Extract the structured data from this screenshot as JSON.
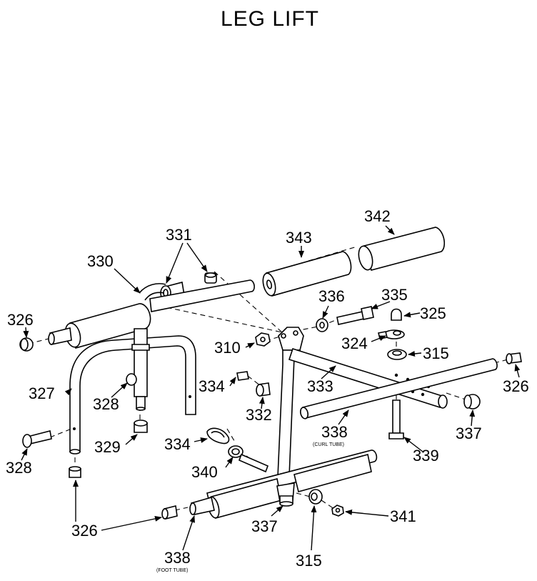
{
  "title": "LEG LIFT",
  "callouts": {
    "c342": "342",
    "c343": "343",
    "c331": "331",
    "c330": "330",
    "c336": "336",
    "c335": "335",
    "c325": "325",
    "c326a": "326",
    "c310": "310",
    "c324": "324",
    "c315a": "315",
    "c326b": "326",
    "c327": "327",
    "c328a": "328",
    "c334a": "334",
    "c333": "333",
    "c332": "332",
    "c338a": "338",
    "c338a_sub": "(CURL TUBE)",
    "c337a": "337",
    "c329": "329",
    "c334b": "334",
    "c339": "339",
    "c328b": "328",
    "c340": "340",
    "c326c": "326",
    "c341": "341",
    "c337b": "337",
    "c338b": "338",
    "c338b_sub": "(FOOT TUBE)",
    "c315b": "315"
  }
}
